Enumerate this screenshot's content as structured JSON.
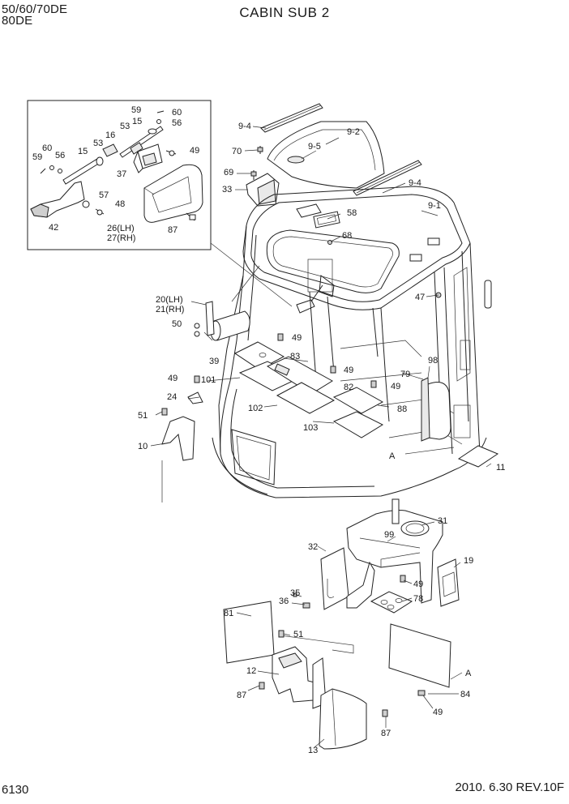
{
  "header": {
    "models_line1": "50/60/70DE",
    "models_line2": "80DE",
    "title": "CABIN SUB 2"
  },
  "footer": {
    "page_number": "6130",
    "date_rev": "2010. 6.30  REV.10F"
  },
  "callouts": {
    "inset": [
      "59",
      "60",
      "15",
      "56",
      "53",
      "16",
      "59",
      "60",
      "15",
      "53",
      "56",
      "49",
      "37",
      "57",
      "48",
      "42",
      "26(LH)",
      "27(RH)",
      "87"
    ],
    "top": [
      "9-4",
      "9-2",
      "70",
      "9-5",
      "69",
      "33",
      "9-4",
      "9-1",
      "58",
      "68",
      "47"
    ],
    "middle": [
      "20(LH)",
      "21(RH)",
      "50",
      "49",
      "39",
      "83",
      "49",
      "101",
      "49",
      "82",
      "49",
      "79",
      "98",
      "24",
      "102",
      "88",
      "51",
      "103",
      "10",
      "A",
      "11"
    ],
    "lower": [
      "31",
      "99",
      "32",
      "19",
      "49",
      "35",
      "78",
      "36",
      "81",
      "51",
      "12",
      "A",
      "87",
      "84",
      "49",
      "13",
      "87"
    ]
  }
}
